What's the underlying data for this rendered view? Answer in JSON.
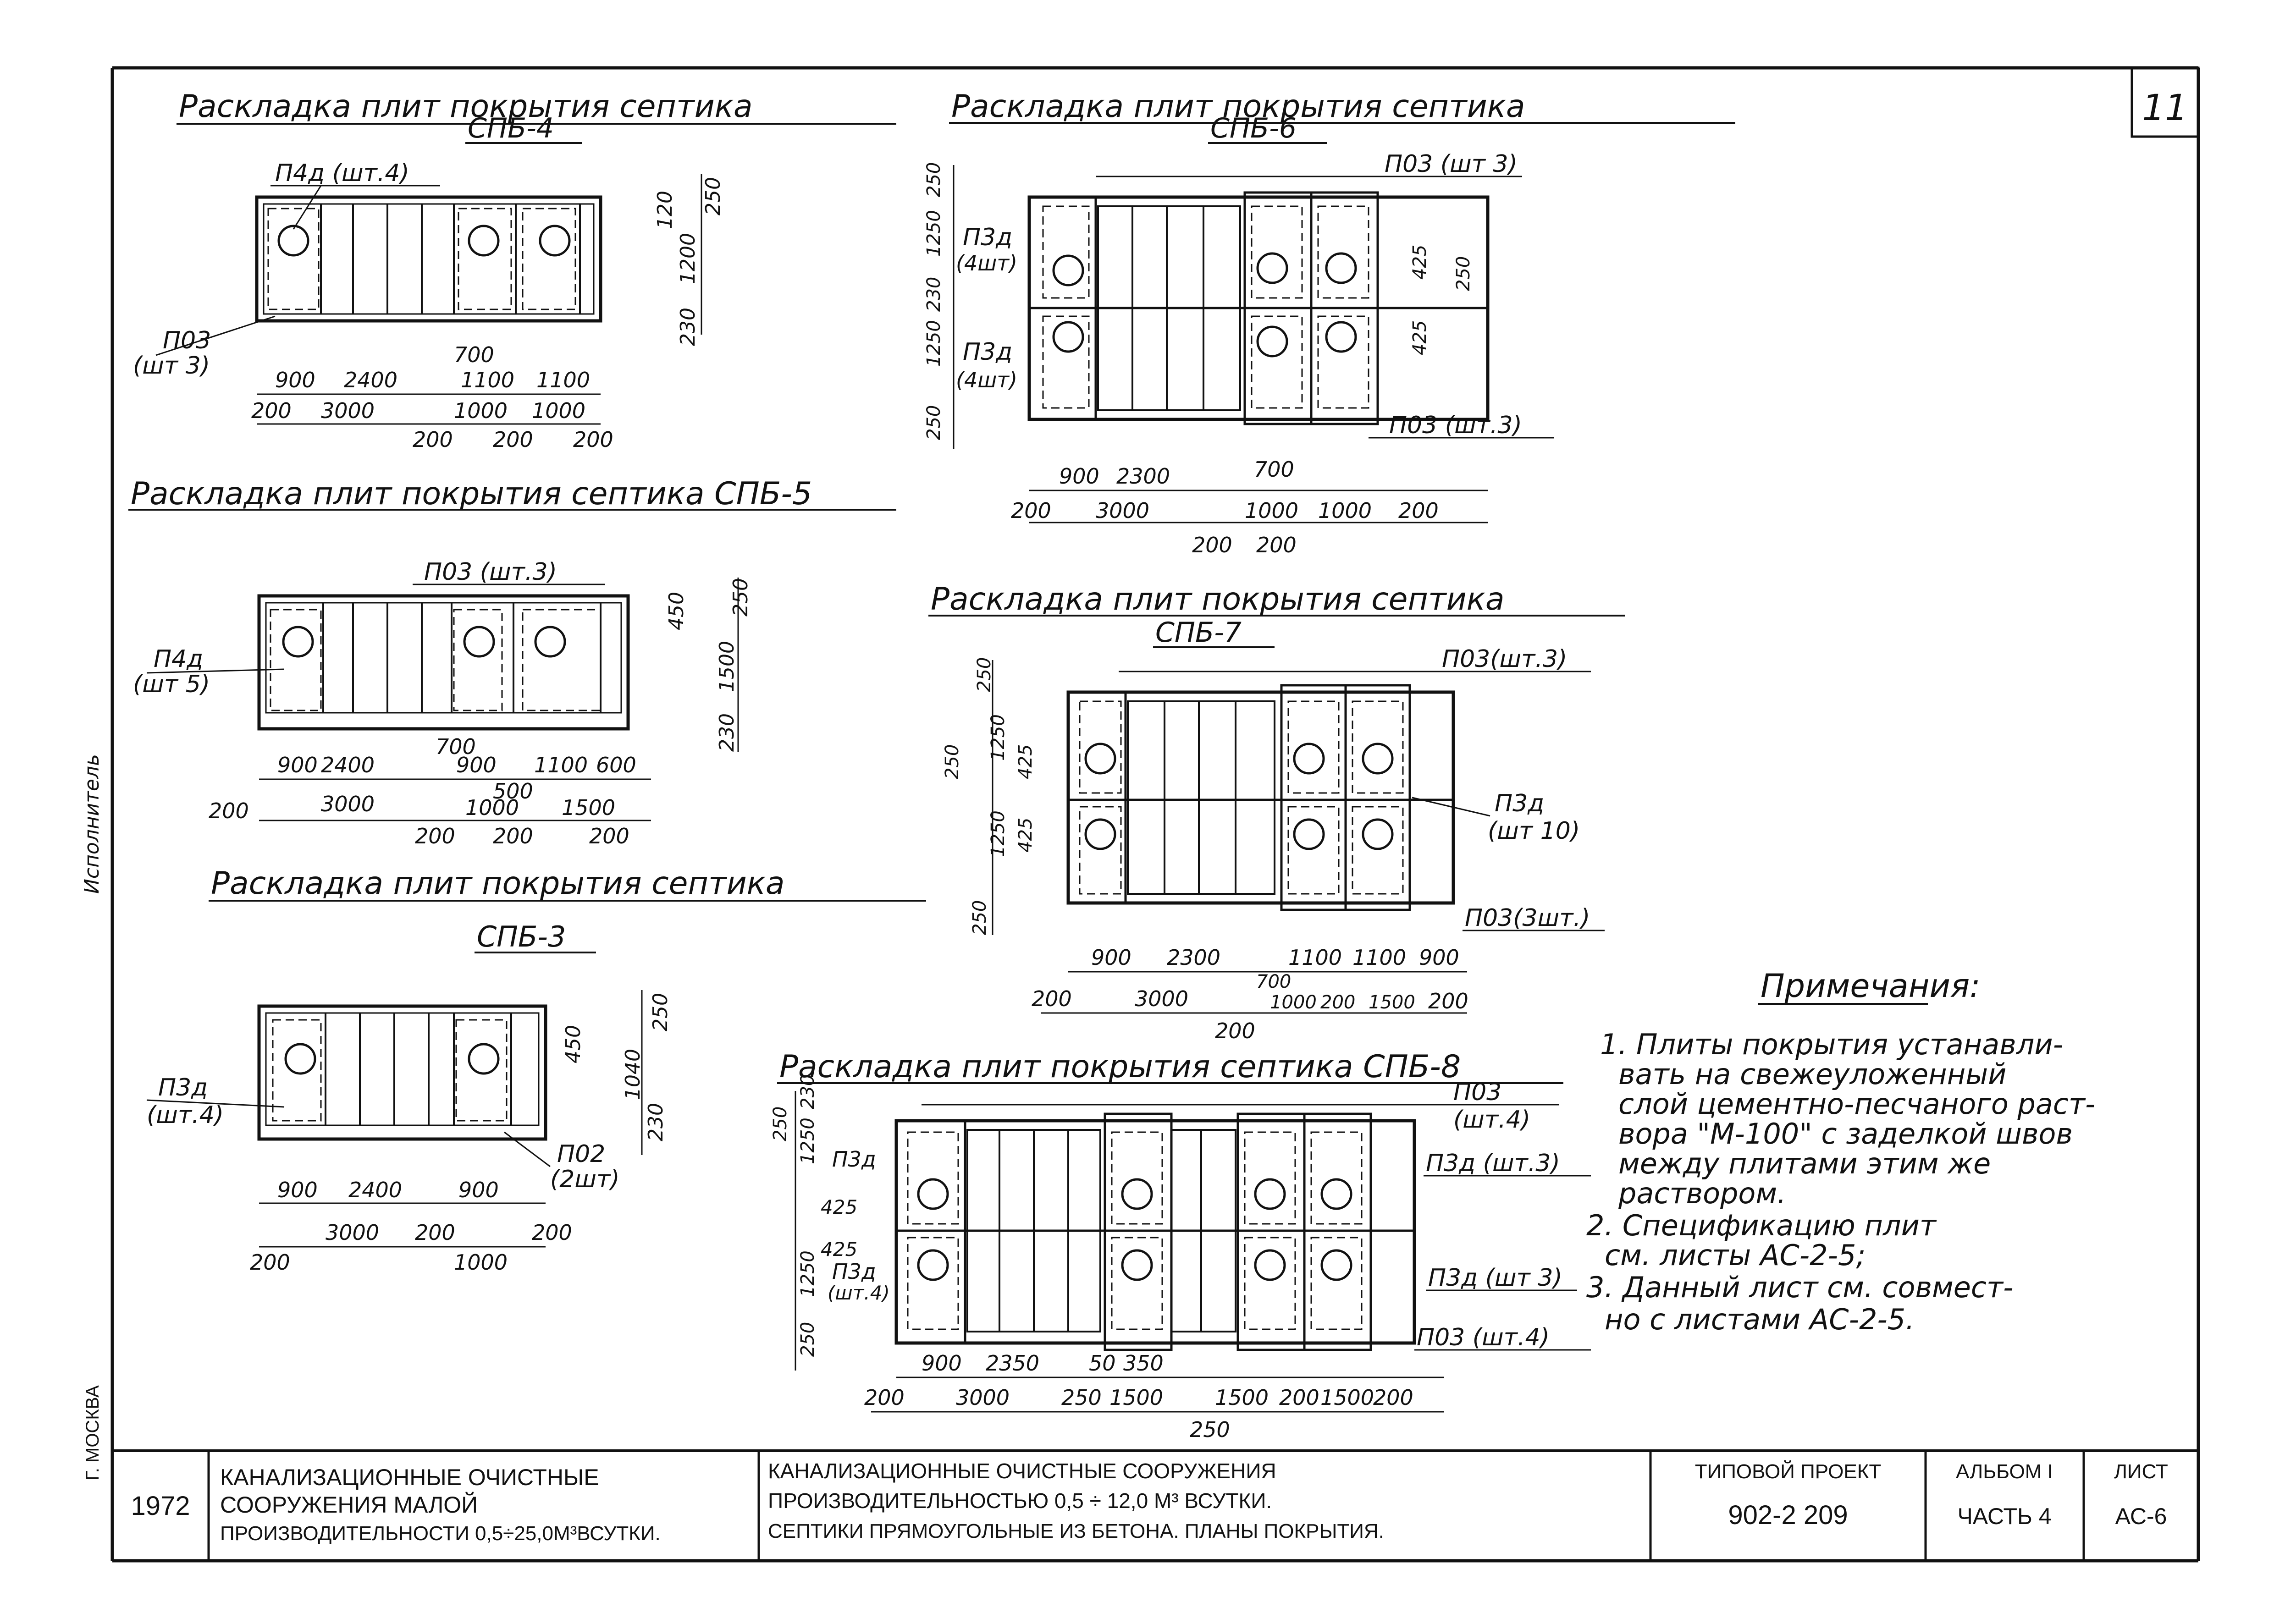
{
  "sheet_number": "11",
  "drawings": [
    {
      "title": "Раскладка плит покрытия септика",
      "code": "СПБ-4",
      "labels": [
        "П4д (шт.4)",
        "П03",
        "(шт 3)"
      ],
      "dims_h": [
        "900",
        "2400",
        "700",
        "1100",
        "1100"
      ],
      "dims_h2": [
        "200",
        "3000",
        "1000",
        "1000",
        "200"
      ],
      "dims_h3": [
        "200",
        "200"
      ],
      "dims_v": [
        "250",
        "120",
        "1200",
        "230"
      ]
    },
    {
      "title": "Раскладка плит покрытия септика СПБ-5",
      "code": "",
      "labels": [
        "П03 (шт.3)",
        "П4д",
        "(шт 5)"
      ],
      "dims_h": [
        "900",
        "2400",
        "700",
        "900",
        "1100",
        "600"
      ],
      "dims_h2": [
        "200",
        "3000",
        "500",
        "1000",
        "1500"
      ],
      "dims_h3": [
        "200",
        "200",
        "200"
      ],
      "dims_v": [
        "250",
        "450",
        "1500",
        "230"
      ]
    },
    {
      "title": "Раскладка плит покрытия септика",
      "code": "СПБ-3",
      "labels": [
        "П3д",
        "(шт.4)",
        "П02",
        "(2шт)"
      ],
      "dims_h": [
        "900",
        "2400",
        "900"
      ],
      "dims_h2": [
        "3000",
        "200",
        "200"
      ],
      "dims_h3": [
        "200",
        "1000"
      ],
      "dims_v": [
        "250",
        "450",
        "1040",
        "230"
      ]
    },
    {
      "title": "Раскладка плит покрытия септика",
      "code": "СПБ-6",
      "labels": [
        "П03 (шт 3)",
        "П3д",
        "(4шт)",
        "П3д",
        "(4шт)",
        "П03 (шт.3)"
      ],
      "dims_h": [
        "900",
        "2300",
        "700"
      ],
      "dims_h2": [
        "200",
        "3000",
        "1000",
        "1000",
        "200"
      ],
      "dims_h3": [
        "200",
        "200"
      ],
      "dims_v": [
        "250",
        "1250",
        "230",
        "1250",
        "250",
        "425",
        "425",
        "250"
      ]
    },
    {
      "title": "Раскладка плит покрытия септика",
      "code": "СПБ-7",
      "labels": [
        "П03(шт.3)",
        "П3д",
        "(шт 10)",
        "П03(3шт.)"
      ],
      "dims_h": [
        "900",
        "2300",
        "1100",
        "1100",
        "900"
      ],
      "dims_h2": [
        "200",
        "3000",
        "700",
        "1000",
        "200",
        "1500",
        "200"
      ],
      "dims_h3": [
        "200"
      ],
      "dims_v": [
        "250",
        "1250",
        "425",
        "1250",
        "425",
        "250",
        "250"
      ]
    },
    {
      "title": "Раскладка плит покрытия септика СПБ-8",
      "code": "",
      "labels": [
        "П03",
        "(шт.4)",
        "П3д (шт.3)",
        "П3д",
        "(шт.4)",
        "П3д (шт 3)",
        "П03 (шт.4)",
        "П3д"
      ],
      "dims_h": [
        "900",
        "2350",
        "50",
        "350"
      ],
      "dims_h2": [
        "200",
        "3000",
        "250",
        "1500",
        "1500",
        "200",
        "1500",
        "200"
      ],
      "dims_h3": [
        "250"
      ],
      "dims_v": [
        "250",
        "1250",
        "230",
        "425",
        "425",
        "1250",
        "250"
      ]
    }
  ],
  "notes": {
    "heading": "Примечания:",
    "items": [
      "1. Плиты покрытия устанавли-",
      "вать на свежеуложенный",
      "слой цементно-песчаного раст-",
      "вора \"М-100\" с заделкой швов",
      "между плитами этим же",
      "раствором.",
      "2. Спецификацию плит",
      "см. листы АС-2-5;",
      "3. Данный лист см. совмест-",
      "но с листами АС-2-5."
    ]
  },
  "margin_text": [
    "Исполнитель",
    "Г. МОСКВА"
  ],
  "title_block": {
    "year": "1972",
    "series": [
      "КАНАЛИЗАЦИОННЫЕ ОЧИСТНЫЕ",
      "СООРУЖЕНИЯ МАЛОЙ",
      "ПРОИЗВОДИТЕЛЬНОСТИ 0,5÷25,0М³ВСУТКИ."
    ],
    "subject": [
      "КАНАЛИЗАЦИОННЫЕ ОЧИСТНЫЕ СООРУЖЕНИЯ",
      "ПРОИЗВОДИТЕЛЬНОСТЬЮ 0,5 ÷ 12,0 М³ ВСУТКИ.",
      "СЕПТИКИ ПРЯМОУГОЛЬНЫЕ ИЗ БЕТОНА. ПЛАНЫ ПОКРЫТИЯ."
    ],
    "project_label": "ТИПОВОЙ ПРОЕКТ",
    "project_number": "902-2 209",
    "album_label": "АЛЬБОМ I",
    "album_part": "ЧАСТЬ 4",
    "sheet_label": "ЛИСТ",
    "sheet_code": "АС-6"
  }
}
